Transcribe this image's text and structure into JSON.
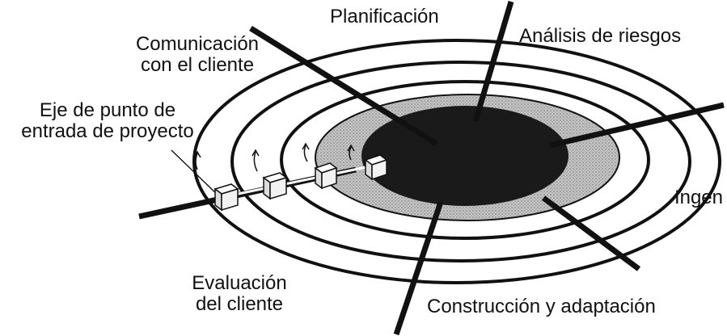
{
  "labels": {
    "planificacion": "Planificación",
    "analisis_riesgos": "Análisis de riesgos",
    "comunicacion_line1": "Comunicación",
    "comunicacion_line2": "con el cliente",
    "eje_line1": "Eje de punto de",
    "eje_line2": "entrada de proyecto",
    "ingen": "Ingen",
    "evaluacion_line1": "Evaluación",
    "evaluacion_line2": "del cliente",
    "construccion": "Construcción y adaptación"
  },
  "colors": {
    "ink": "#111111",
    "core": "#1a1a1a",
    "stipple": "#b8b8b8",
    "background": "#ffffff",
    "box": "#f2f2f2"
  }
}
